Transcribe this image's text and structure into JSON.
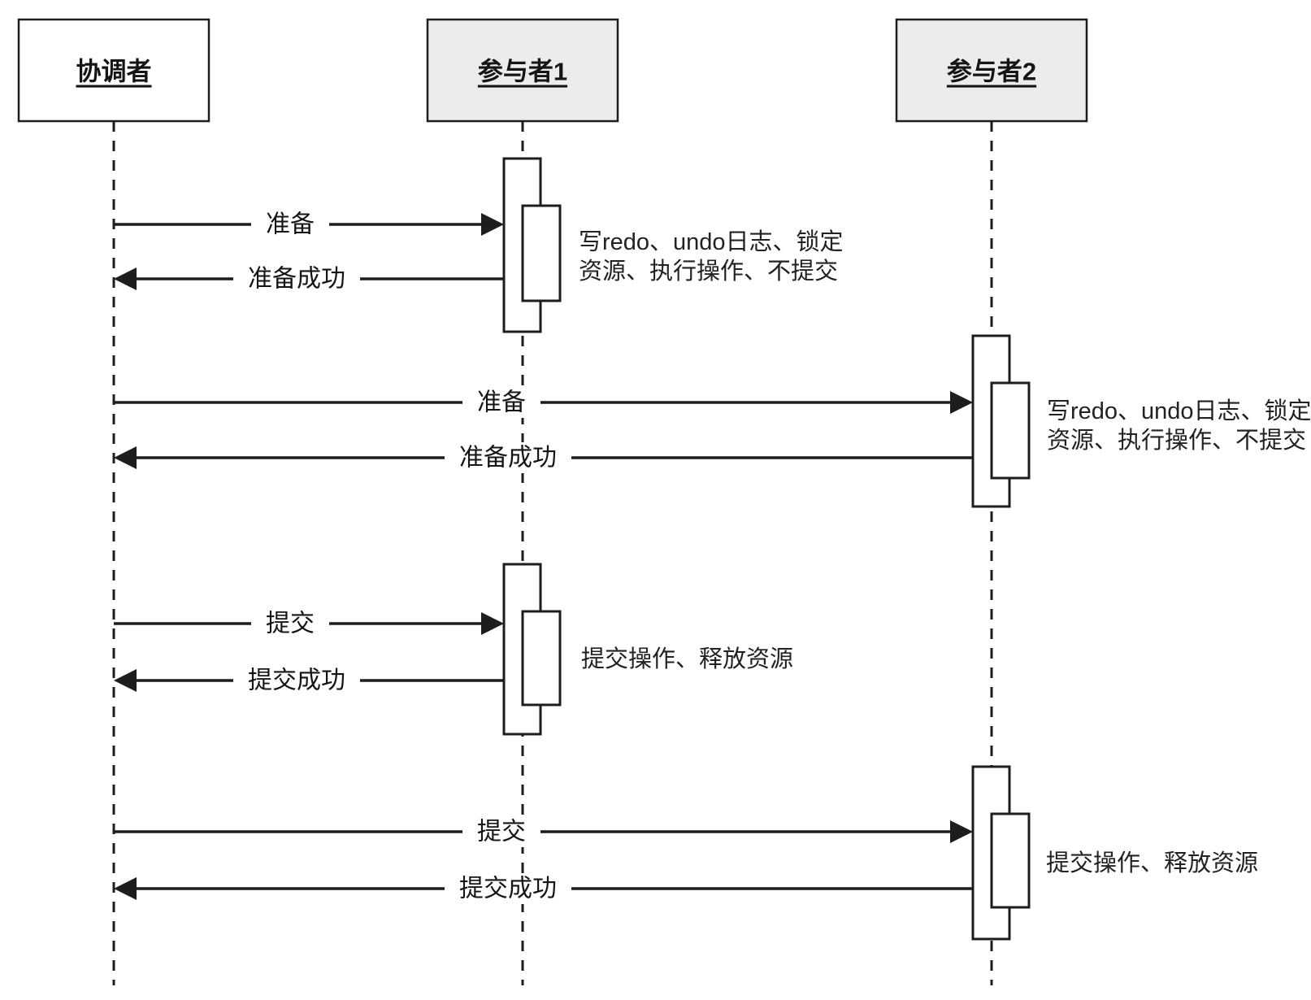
{
  "diagram": {
    "type": "uml-sequence-diagram",
    "subject": "two-phase commit message flow",
    "actors": [
      {
        "id": "coordinator",
        "label": "协调者"
      },
      {
        "id": "participant1",
        "label": "参与者1"
      },
      {
        "id": "participant2",
        "label": "参与者2"
      }
    ],
    "messages": [
      {
        "label": "准备",
        "from": "协调者",
        "to": "参与者1",
        "direction": "right"
      },
      {
        "label": "准备成功",
        "from": "参与者1",
        "to": "协调者",
        "direction": "left"
      },
      {
        "label": "准备",
        "from": "协调者",
        "to": "参与者2",
        "direction": "right"
      },
      {
        "label": "准备成功",
        "from": "参与者2",
        "to": "协调者",
        "direction": "left"
      },
      {
        "label": "提交",
        "from": "协调者",
        "to": "参与者1",
        "direction": "right"
      },
      {
        "label": "提交成功",
        "from": "参与者1",
        "to": "协调者",
        "direction": "left"
      },
      {
        "label": "提交",
        "from": "协调者",
        "to": "参与者2",
        "direction": "right"
      },
      {
        "label": "提交成功",
        "from": "参与者2",
        "to": "协调者",
        "direction": "left"
      }
    ],
    "annotations": [
      {
        "target": "参与者1",
        "lines": [
          "写redo、undo日志、锁定",
          "资源、执行操作、不提交"
        ]
      },
      {
        "target": "参与者2",
        "lines": [
          "写redo、undo日志、锁定",
          "资源、执行操作、不提交"
        ]
      },
      {
        "target": "参与者1",
        "lines": [
          "提交操作、释放资源"
        ]
      },
      {
        "target": "参与者2",
        "lines": [
          "提交操作、释放资源"
        ]
      }
    ],
    "colors": {
      "stroke": "#1d1d1d",
      "text": "#151515",
      "coordinator_fill": "#ffffff",
      "participant_fill": "#ececec",
      "background": "#ffffff"
    }
  }
}
